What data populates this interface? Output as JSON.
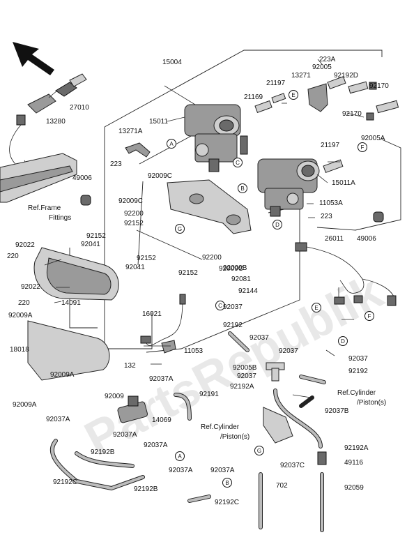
{
  "watermark": "PartsRepublik",
  "labels": {
    "l15004": "15004",
    "l223A": "223A",
    "l92005": "92005",
    "l13271": "13271",
    "l92192D": "92192D",
    "l21197a": "21197",
    "l21169": "21169",
    "l92170a": "92170",
    "l92170b": "92170",
    "l15011": "15011",
    "l27010": "27010",
    "l13280": "13280",
    "l13271A": "13271A",
    "l223a": "223",
    "l92005A": "92005A",
    "l21197b": "21197",
    "l49006a": "49006",
    "l92009C1": "92009C",
    "l92009C2": "92009C",
    "l15011A": "15011A",
    "l11053A": "11053A",
    "l223b": "223",
    "l92200a": "92200",
    "l92152a": "92152",
    "l92152b": "92152",
    "l92041a": "92041",
    "l49006b": "49006",
    "l92022a": "92022",
    "l26011": "26011",
    "l220a": "220",
    "l92152c": "92152",
    "l92200b": "92200",
    "l92041b": "92041",
    "l92152d": "92152",
    "l92009C3": "92009C",
    "l92009B": "92009B",
    "l92022b": "92022",
    "l92081": "92081",
    "l220b": "220",
    "l92144": "92144",
    "l14091": "14091",
    "l92009Aa": "92009A",
    "l16021": "16021",
    "l92037a": "92037",
    "l18018": "18018",
    "l92192a": "92192",
    "l92037b": "92037",
    "l11053": "11053",
    "l92037c": "92037",
    "l92037d": "92037",
    "l132": "132",
    "l92005B": "92005B",
    "l92192b": "92192",
    "l92009Ab": "92009A",
    "l92009Ac": "92009A",
    "l92037e": "92037",
    "l92192A1": "92192A",
    "l92037A1": "92037A",
    "l92009": "92009",
    "l92191": "92191",
    "l14069": "14069",
    "l92037Aa": "92037A",
    "l92037A2": "92037A",
    "l92037Ab": "92037A",
    "l92192B1": "92192B",
    "l92037A3": "92037A",
    "l92192C1": "92192C",
    "l92192B2": "92192B",
    "l92037A4": "92037A",
    "l92192C2": "92192C",
    "l92037B": "92037B",
    "l92192A2": "92192A",
    "l49116": "49116",
    "l92037C": "92037C",
    "l702": "702",
    "l92059": "92059",
    "refFrame1": "Ref.Frame",
    "refFrame2": "Fittings",
    "refCyl1a": "Ref.Cylinder",
    "refCyl1b": "/Piston(s)",
    "refCyl2a": "Ref.Cylinder",
    "refCyl2b": "/Piston(s)"
  },
  "callouts": {
    "E1": "E",
    "F1": "F",
    "A1": "A",
    "B1": "B",
    "C1": "C",
    "D1": "D",
    "G1": "G",
    "C2": "C",
    "D2": "D",
    "E2": "E",
    "F2": "F",
    "G2": "G",
    "A2": "A",
    "B2": "B"
  }
}
